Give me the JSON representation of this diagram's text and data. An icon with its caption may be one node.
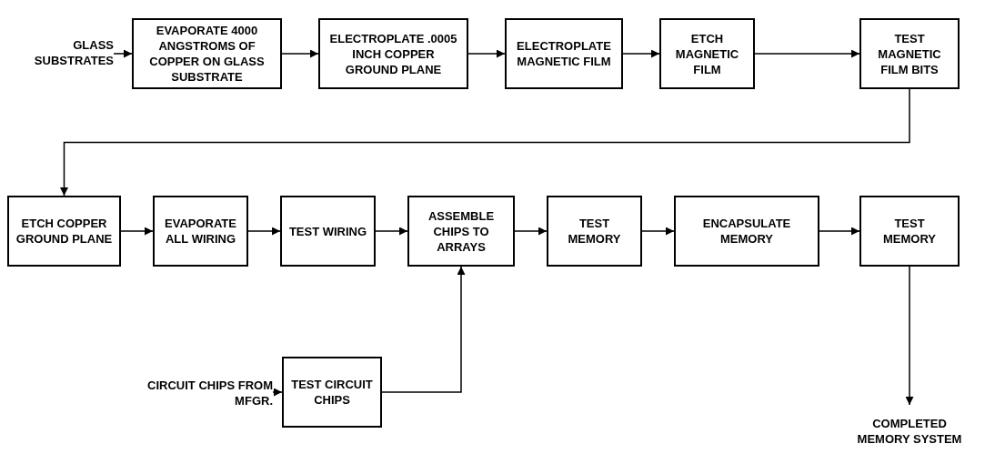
{
  "diagram": {
    "nodes": [
      {
        "text": [
          "GLASS SUBSTRATES"
        ]
      },
      {
        "text": [
          "EVAPORATE 4000 ANGSTROMS OF COPPER ON GLASS SUBSTRATE"
        ]
      },
      {
        "text": [
          "ELECTROPLATE .0005 INCH COPPER GROUND PLANE"
        ]
      },
      {
        "text": [
          "ELECTROPLATE MAGNETIC FILM"
        ]
      },
      {
        "text": [
          "ETCH MAGNETIC FILM"
        ]
      },
      {
        "text": [
          "TEST MAGNETIC FILM BITS"
        ]
      },
      {
        "text": [
          "ETCH COPPER GROUND PLANE"
        ]
      },
      {
        "text": [
          "EVAPORATE ALL WIRING"
        ]
      },
      {
        "text": [
          "TEST WIRING"
        ]
      },
      {
        "text": [
          "ASSEMBLE CHIPS TO ARRAYS"
        ]
      },
      {
        "text": [
          "TEST MEMORY"
        ]
      },
      {
        "text": [
          "ENCAPSULATE MEMORY"
        ]
      },
      {
        "text": [
          "TEST MEMORY"
        ]
      },
      {
        "text": [
          "CIRCUIT CHIPS FROM MFGR."
        ]
      },
      {
        "text": [
          "TEST CIRCUIT CHIPS"
        ]
      },
      {
        "text": [
          "COMPLETED MEMORY SYSTEM"
        ]
      }
    ],
    "edges": [
      {
        "from": 0,
        "to": 1,
        "arrow": "to"
      },
      {
        "from": 1,
        "to": 2,
        "arrow": "to"
      },
      {
        "from": 2,
        "to": 3,
        "arrow": "to"
      },
      {
        "from": 3,
        "to": 4,
        "arrow": "to"
      },
      {
        "from": 4,
        "to": 5,
        "arrow": "to"
      },
      {
        "from": 5,
        "to": 6,
        "arrow": "to"
      },
      {
        "from": 6,
        "to": 7,
        "arrow": "to"
      },
      {
        "from": 7,
        "to": 8,
        "arrow": "to"
      },
      {
        "from": 8,
        "to": 9,
        "arrow": "to"
      },
      {
        "from": 9,
        "to": 10,
        "arrow": "to"
      },
      {
        "from": 10,
        "to": 11,
        "arrow": "to"
      },
      {
        "from": 11,
        "to": 12,
        "arrow": "to"
      },
      {
        "from": 13,
        "to": 14,
        "arrow": "to"
      },
      {
        "from": 14,
        "to": 9,
        "arrow": "to"
      },
      {
        "from": 12,
        "to": 15,
        "arrow": "to"
      }
    ]
  }
}
